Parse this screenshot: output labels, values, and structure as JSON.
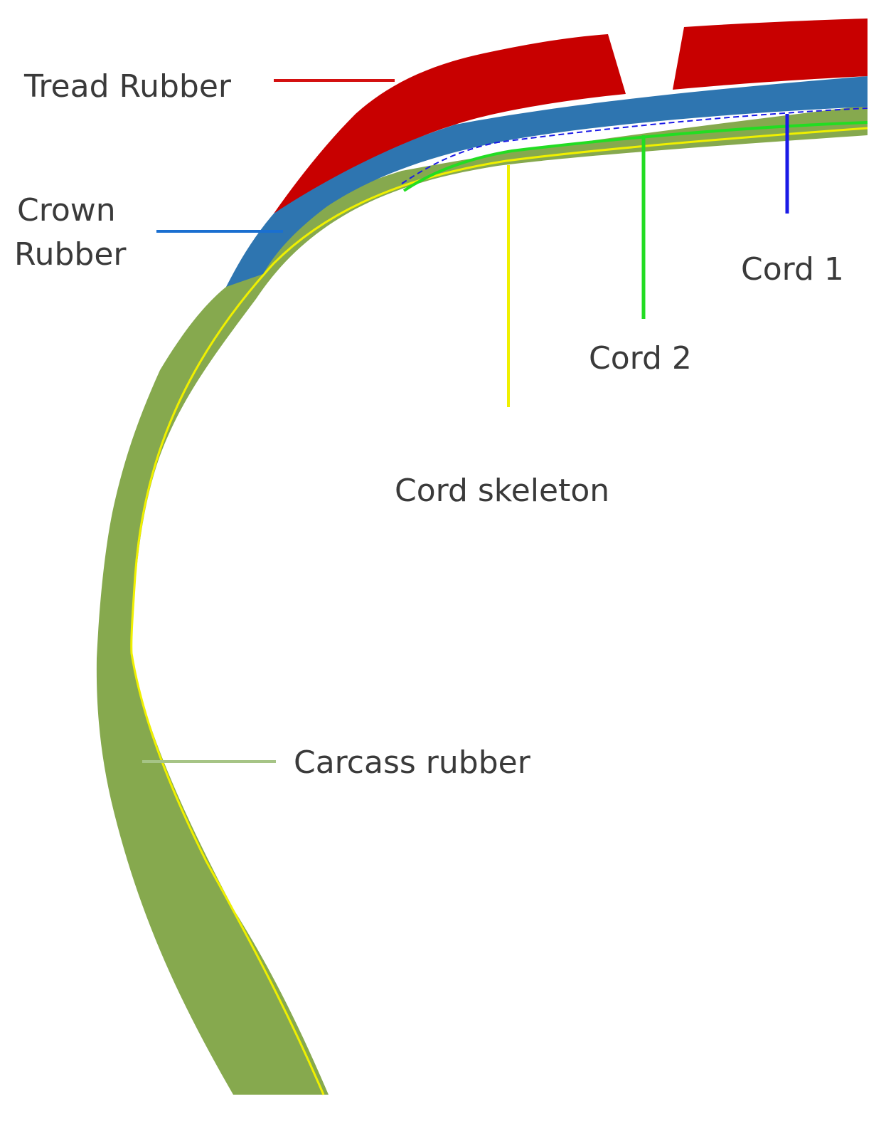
{
  "labels": {
    "tread_rubber": "Tread Rubber",
    "crown_rubber_line1": "Crown",
    "crown_rubber_line2": "Rubber",
    "cord_1": "Cord 1",
    "cord_2": "Cord 2",
    "cord_skeleton": "Cord skeleton",
    "carcass_rubber": "Carcass rubber"
  },
  "colors": {
    "tread_rubber": "#c80000",
    "crown_rubber": "#2e75b0",
    "carcass_rubber": "#86a94e",
    "cord_skeleton": "#f0f000",
    "cord_2": "#22dd22",
    "cord_1": "#1a1ae6",
    "label_text": "#3a3a3a",
    "tread_leader": "#d41010",
    "crown_leader": "#1a6fd0",
    "carcass_leader": "#a6c486"
  }
}
